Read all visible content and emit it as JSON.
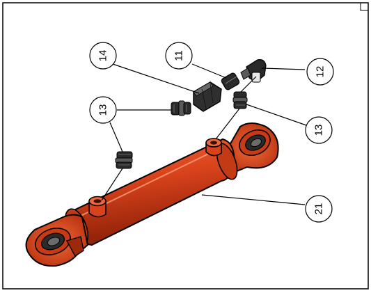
{
  "balloons": [
    {
      "id": "b14",
      "label": "14"
    },
    {
      "id": "b11",
      "label": "11"
    },
    {
      "id": "b12",
      "label": "12"
    },
    {
      "id": "b13a",
      "label": "13"
    },
    {
      "id": "b13b",
      "label": "13"
    },
    {
      "id": "b21",
      "label": "21"
    }
  ],
  "colors": {
    "cylinder": "#d9431c",
    "cylinder_dark": "#8a1f06",
    "fitting": "#2a2a2a",
    "outline": "#000000"
  }
}
